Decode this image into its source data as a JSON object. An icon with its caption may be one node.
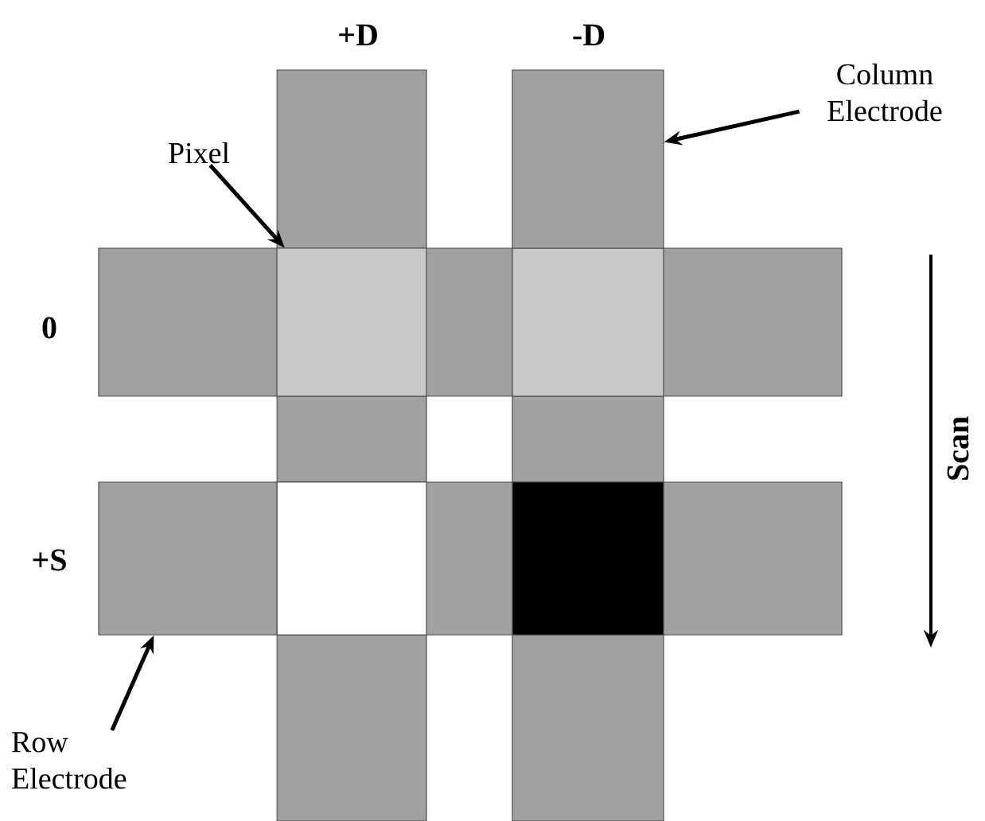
{
  "diagram": {
    "nodes": [
      {
        "text": [
          "Pixel"
        ]
      },
      {
        "text": [],
        "shape": "box"
      },
      {
        "text": [
          "Column Electrode"
        ]
      },
      {
        "text": [],
        "shape": "bar"
      },
      {
        "text": [
          "Row Electrode"
        ]
      },
      {
        "text": [],
        "shape": "bar"
      }
    ],
    "edges": [
      {
        "from": 0,
        "to": 1,
        "arrow": "to"
      },
      {
        "from": 2,
        "to": 3,
        "arrow": "to"
      },
      {
        "from": 4,
        "to": 5,
        "arrow": "to"
      }
    ],
    "labels": [
      "+D",
      "-D",
      "0",
      "+S",
      "Scan"
    ]
  }
}
